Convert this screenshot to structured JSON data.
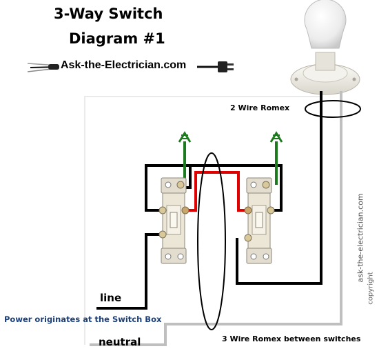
{
  "title": {
    "line1": "3-Way Switch",
    "line2": "Diagram #1"
  },
  "brand": "Ask-the-Electrician.com",
  "labels": {
    "romex_2": "2 Wire Romex",
    "romex_3": "3 Wire Romex between switches",
    "line": "line",
    "neutral": "neutral",
    "power_note": "Power originates at the Switch Box",
    "website": "ask-the-electrician.com",
    "copyright": "copyright"
  },
  "colors": {
    "hot_wire": "#000000",
    "traveler_black": "#000000",
    "traveler_red": "#e00000",
    "neutral_wire": "#bfbfbf",
    "ground_wire": "#1e7a1e",
    "switch_body": "#e8e2d4",
    "power_note_text": "#1b3f7a"
  },
  "icons": [
    "light-bulb-icon",
    "power-plug-icon",
    "wire-strand-icon",
    "ground-arrow-icon"
  ]
}
